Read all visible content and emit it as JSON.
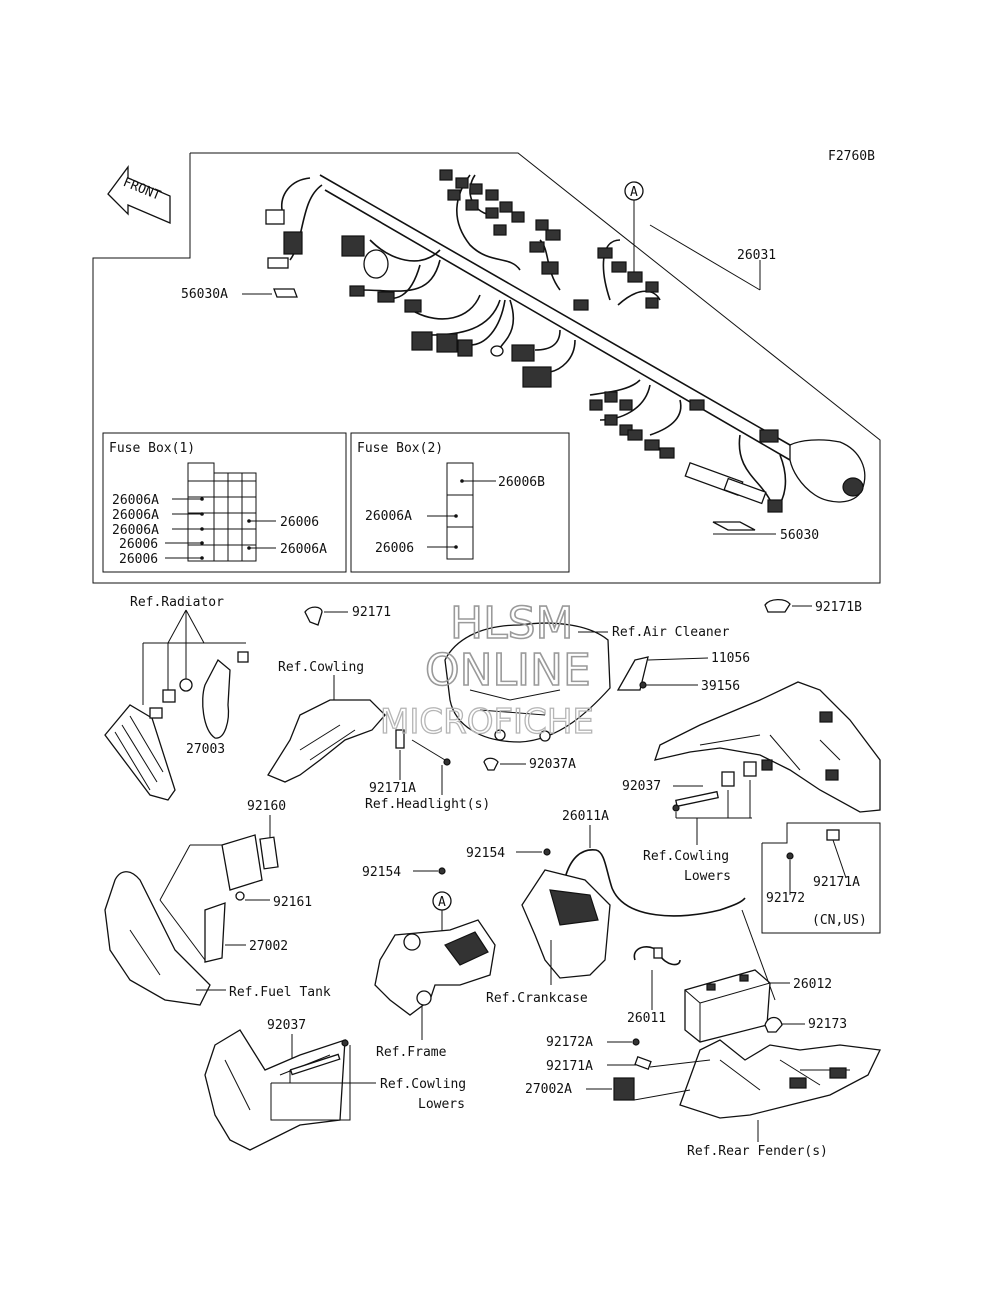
{
  "figure_code": "F2760B",
  "front_arrow": "FRONT",
  "watermark": {
    "line1": "HLSM",
    "line2": "ONLINE",
    "line3": "MICROFICHE"
  },
  "callout_a": "A",
  "fuse_box_1": {
    "title": "Fuse Box(1)",
    "left_labels": [
      "26006A",
      "26006A",
      "26006A",
      "26006",
      "26006"
    ],
    "right_labels": [
      "26006",
      "26006A"
    ]
  },
  "fuse_box_2": {
    "title": "Fuse Box(2)",
    "labels": [
      "26006B",
      "26006A",
      "26006"
    ]
  },
  "parts": {
    "p26031": "26031",
    "p56030A": "56030A",
    "p56030": "56030",
    "p92171": "92171",
    "p92171B": "92171B",
    "p11056": "11056",
    "p39156": "39156",
    "p92037A": "92037A",
    "p92037": "92037",
    "p92037b": "92037",
    "p92171A": "92171A",
    "p92171Ab": "92171A",
    "p92171Ac": "92171A",
    "p27003": "27003",
    "p92160": "92160",
    "p92161": "92161",
    "p27002": "27002",
    "p27002A": "27002A",
    "p92154": "92154",
    "p92154b": "92154",
    "p26011A": "26011A",
    "p26011": "26011",
    "p26012": "26012",
    "p92172": "92172",
    "p92172A": "92172A",
    "p92173": "92173",
    "cn_us": "(CN,US)"
  },
  "refs": {
    "radiator": "Ref.Radiator",
    "cowling": "Ref.Cowling",
    "air_cleaner": "Ref.Air Cleaner",
    "headlight": "Ref.Headlight(s)",
    "cowling_lowers": "Ref.Cowling",
    "cowling_lowers_2": "Lowers",
    "fuel_tank": "Ref.Fuel Tank",
    "crankcase": "Ref.Crankcase",
    "frame": "Ref.Frame",
    "cowling_lowers_b": "Ref.Cowling",
    "cowling_lowers_b2": "Lowers",
    "rear_fender": "Ref.Rear Fender(s)"
  }
}
